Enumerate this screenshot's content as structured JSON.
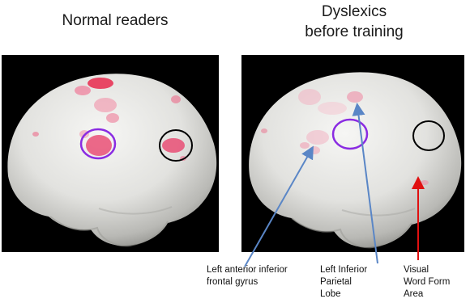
{
  "panels": {
    "left": {
      "title": "Normal readers"
    },
    "right": {
      "title_line1": "Dyslexics",
      "title_line2": "before training"
    }
  },
  "labels": {
    "left_anterior_inferior_frontal_gyrus": {
      "line1": "Left anterior inferior",
      "line2": "frontal gyrus"
    },
    "left_inferior_parietal_lobe": {
      "line1": "Left Inferior",
      "line2": "Parietal",
      "line3": "Lobe"
    },
    "visual_word_form_area": {
      "line1": "Visual",
      "line2": "Word Form",
      "line3": "Area"
    }
  },
  "colors": {
    "brain": "#e8e8e6",
    "activation": "#e84a72",
    "circle_purple": "#8a2be2",
    "circle_black": "#000000",
    "arrow_blue": "#5a86c6",
    "arrow_red": "#e01010"
  }
}
